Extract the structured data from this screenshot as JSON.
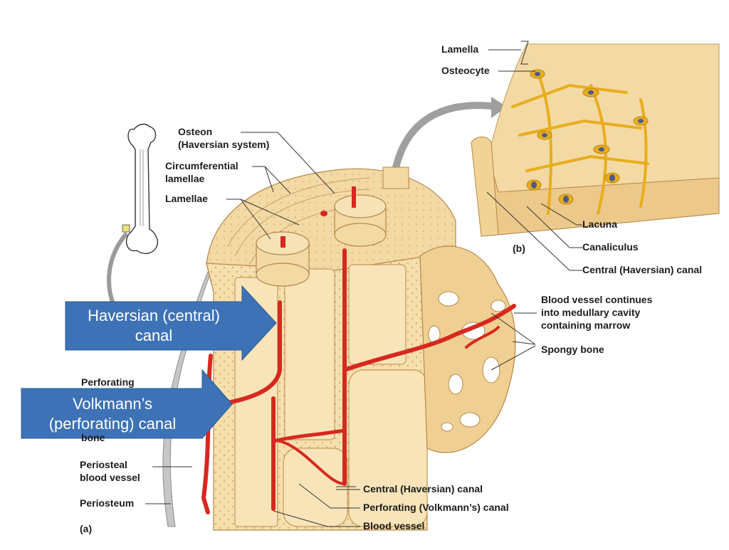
{
  "labels": {
    "osteon": [
      "Osteon",
      "(Haversian system)"
    ],
    "circumferential": [
      "Circumferential",
      "lamellae"
    ],
    "lamellae": "Lamellae",
    "lamella": "Lamella",
    "osteocyte": "Osteocyte",
    "lacuna": "Lacuna",
    "canaliculus": "Canaliculus",
    "central_b": "Central (Haversian) canal",
    "panel_b": "(b)",
    "blood_vessel_continues": [
      "Blood vessel continues",
      "into medullary cavity",
      "containing marrow"
    ],
    "spongy_bone": "Spongy bone",
    "perforating_partial": "Perforating",
    "bone_partial": "bone",
    "periosteal_vessel": [
      "Periosteal",
      "blood vessel"
    ],
    "periosteum": "Periosteum",
    "panel_a": "(a)",
    "central_a": "Central (Haversian) canal",
    "perforating_canal": "Perforating (Volkmann’s) canal",
    "blood_vessel": "Blood vessel"
  },
  "callouts": {
    "haversian": [
      "Haversian (central)",
      "canal"
    ],
    "volkmann": [
      "Volkmann’s",
      "(perforating) canal"
    ]
  },
  "colors": {
    "bone": "#f3d9a4",
    "bone_dark": "#e2b874",
    "vessel": "#d7281f",
    "callout": "#3e72b6",
    "osteocyte": "#e7ad1d"
  }
}
